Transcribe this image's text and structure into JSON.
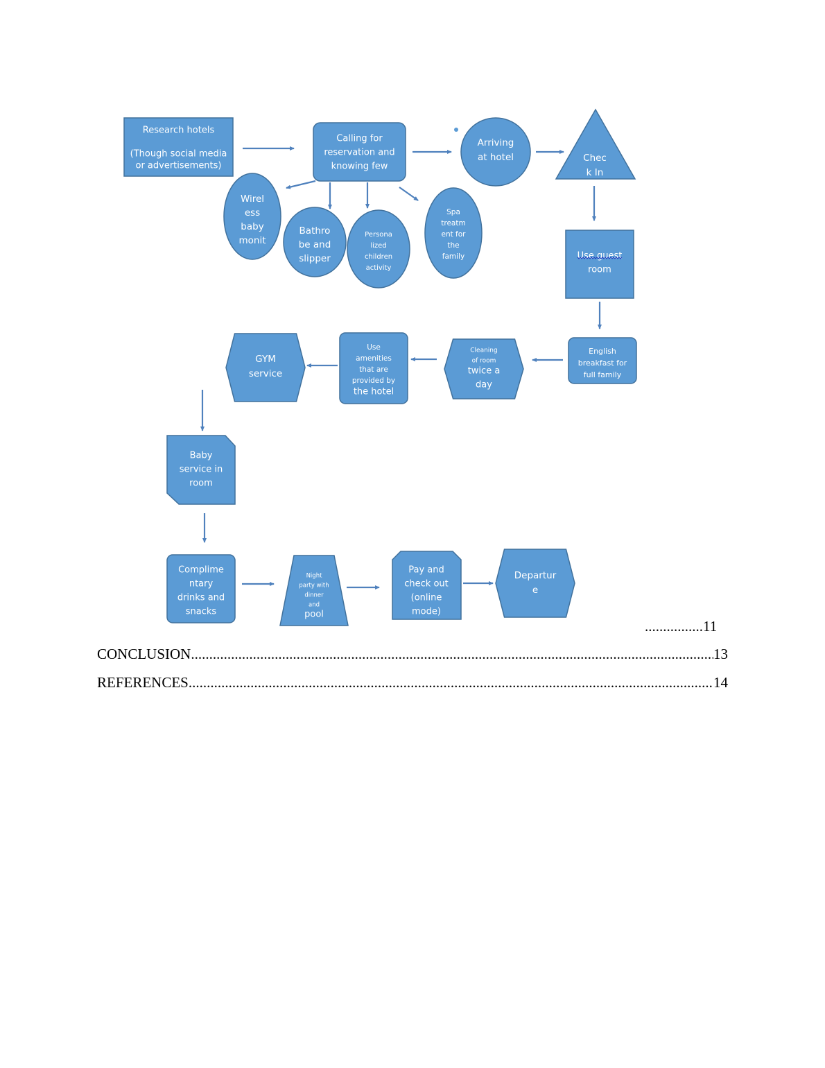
{
  "diagram": {
    "nodes": [
      {
        "id": "research",
        "lines": [
          "Research hotels",
          "",
          "(Though social media",
          "or advertisements)"
        ]
      },
      {
        "id": "calling",
        "lines": [
          "Calling for",
          "reservation and",
          "knowing few"
        ]
      },
      {
        "id": "arriving",
        "lines": [
          "Arriving",
          "at hotel"
        ]
      },
      {
        "id": "checkin",
        "lines": [
          "Chec",
          "k In"
        ]
      },
      {
        "id": "wireless",
        "lines": [
          "Wirel",
          "ess",
          "baby",
          "monit"
        ]
      },
      {
        "id": "bathrobe",
        "lines": [
          "Bathro",
          "be and",
          "slipper"
        ]
      },
      {
        "id": "personalized",
        "lines": [
          "Persona",
          "lized",
          "children",
          "activity"
        ]
      },
      {
        "id": "spa",
        "lines": [
          "Spa",
          "treatm",
          "ent for",
          "the",
          "family"
        ]
      },
      {
        "id": "guestroom",
        "lines": [
          "Use  guest",
          "room"
        ]
      },
      {
        "id": "breakfast",
        "lines": [
          "English",
          "breakfast for",
          "full family"
        ]
      },
      {
        "id": "cleaning",
        "lines": [
          "Cleaning",
          "of room",
          "twice a",
          "day"
        ]
      },
      {
        "id": "amenities",
        "lines": [
          "Use",
          "amenities",
          "that are",
          "provided by",
          "the hotel"
        ]
      },
      {
        "id": "gym",
        "lines": [
          "GYM",
          "service"
        ]
      },
      {
        "id": "baby",
        "lines": [
          "Baby",
          "service in",
          "room"
        ]
      },
      {
        "id": "drinks",
        "lines": [
          "Complime",
          "ntary",
          "drinks and",
          "snacks"
        ]
      },
      {
        "id": "night",
        "lines": [
          "Night",
          "party with",
          "dinner",
          "and",
          "pool"
        ]
      },
      {
        "id": "pay",
        "lines": [
          "Pay and",
          "check out",
          "(online",
          "mode)"
        ]
      },
      {
        "id": "departure",
        "lines": [
          "Departur",
          "e"
        ]
      }
    ]
  },
  "toc": {
    "first_page": "11",
    "conclusion_label": "CONCLUSION",
    "conclusion_page": "13",
    "references_label": "REFERENCES",
    "references_page": "14"
  },
  "colors": {
    "shape_fill": "#5B9BD5",
    "shape_stroke": "#41719C",
    "arrow": "#4F81BD"
  }
}
